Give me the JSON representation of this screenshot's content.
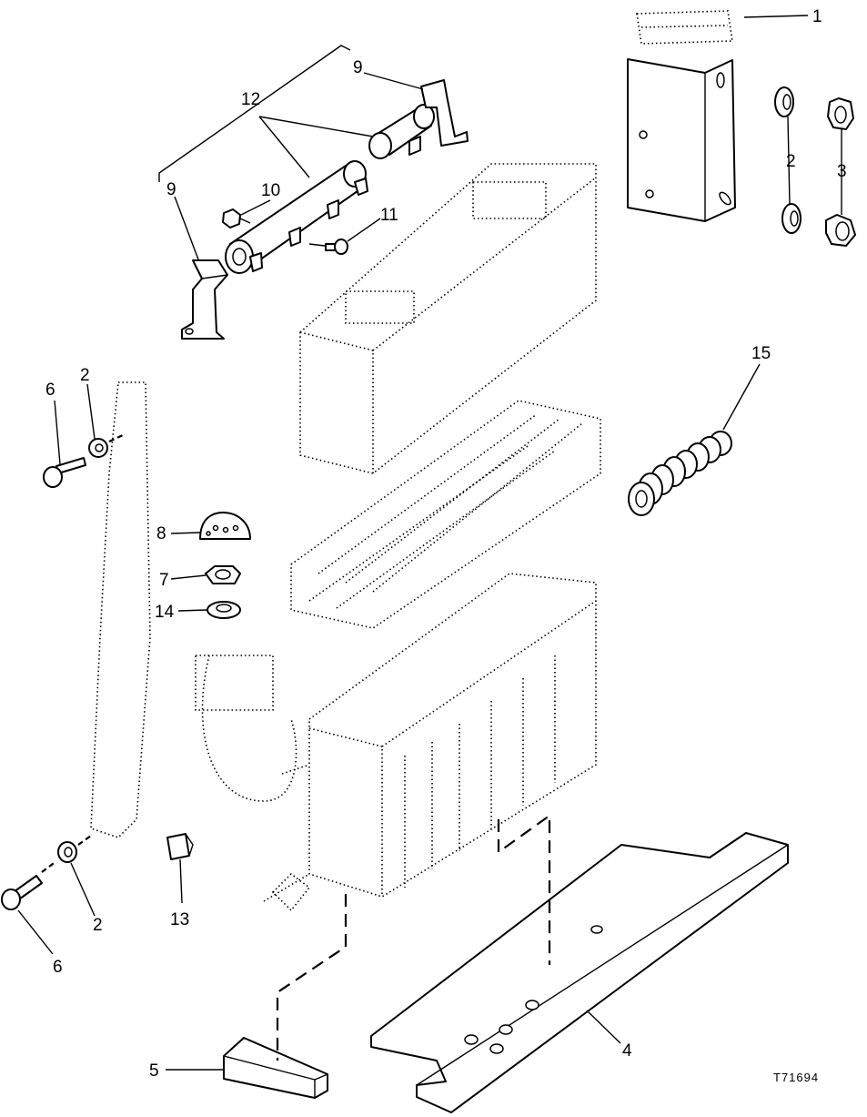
{
  "figure_code": "T71694",
  "callouts": [
    {
      "id": "c1",
      "label": "1"
    },
    {
      "id": "c2a",
      "label": "2"
    },
    {
      "id": "c3",
      "label": "3"
    },
    {
      "id": "c9a",
      "label": "9"
    },
    {
      "id": "c12",
      "label": "12"
    },
    {
      "id": "c9b",
      "label": "9"
    },
    {
      "id": "c10",
      "label": "10"
    },
    {
      "id": "c11",
      "label": "11"
    },
    {
      "id": "c15",
      "label": "15"
    },
    {
      "id": "c6a",
      "label": "6"
    },
    {
      "id": "c2b",
      "label": "2"
    },
    {
      "id": "c8",
      "label": "8"
    },
    {
      "id": "c7",
      "label": "7"
    },
    {
      "id": "c14",
      "label": "14"
    },
    {
      "id": "c13",
      "label": "13"
    },
    {
      "id": "c2c",
      "label": "2"
    },
    {
      "id": "c6b",
      "label": "6"
    },
    {
      "id": "c4",
      "label": "4"
    },
    {
      "id": "c5",
      "label": "5"
    }
  ]
}
